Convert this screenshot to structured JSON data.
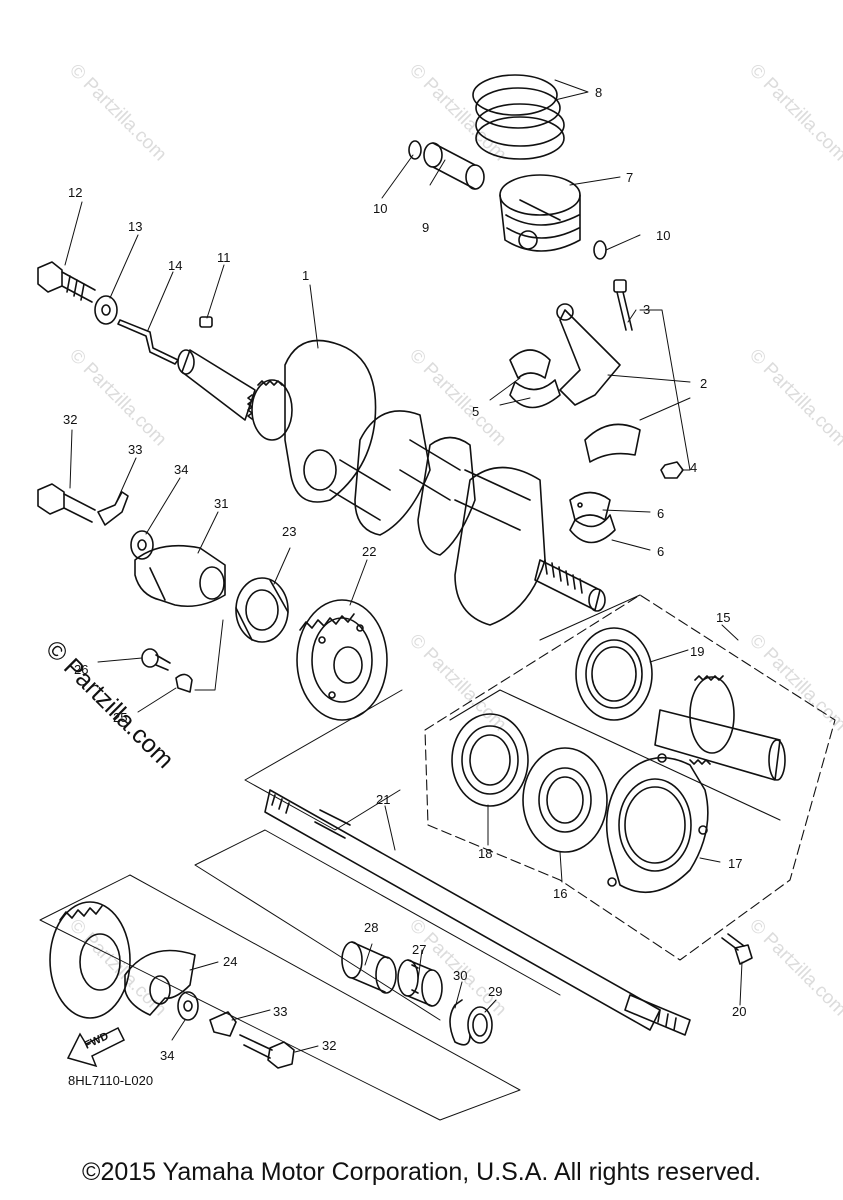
{
  "watermark": {
    "text": "© Partzilla.com",
    "primary_text": "© Partzilla.com"
  },
  "diagram": {
    "code": "8HL7110-L020",
    "fwd_label": "FWD",
    "callouts": [
      "1",
      "2",
      "3",
      "4",
      "5",
      "6",
      "6",
      "7",
      "8",
      "9",
      "10",
      "10",
      "11",
      "12",
      "13",
      "14",
      "15",
      "16",
      "17",
      "18",
      "19",
      "20",
      "21",
      "22",
      "23",
      "24",
      "25",
      "26",
      "27",
      "28",
      "29",
      "30",
      "31",
      "32",
      "32",
      "33",
      "33",
      "34",
      "34"
    ]
  },
  "footer": {
    "copyright": "©2015 Yamaha Motor Corporation, U.S.A. All rights reserved."
  }
}
